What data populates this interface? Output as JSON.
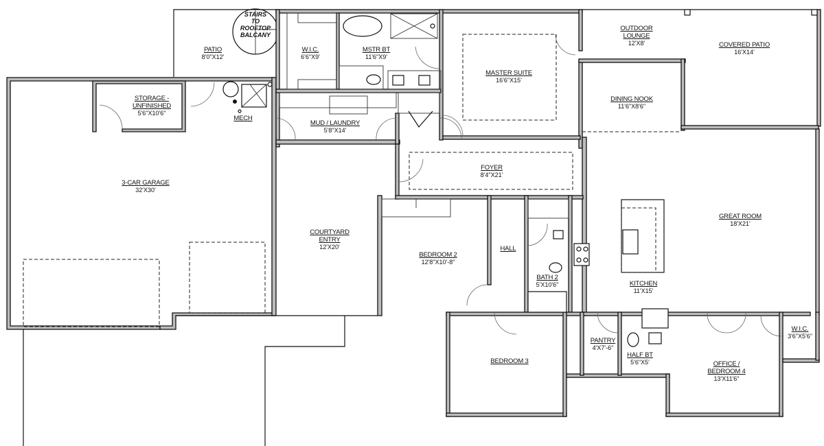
{
  "plan": {
    "stairs_note": [
      "STAIRS",
      "TO",
      "ROOFTOP",
      "BALCANY"
    ],
    "rooms": [
      {
        "id": "patio",
        "name": "PATIO",
        "dims": "8'0\"X12'"
      },
      {
        "id": "wic-master",
        "name": "W.I.C.",
        "dims": "6'6\"X9'"
      },
      {
        "id": "master-bath",
        "name": "MSTR BT",
        "dims": "11'6\"X9'"
      },
      {
        "id": "master-suite",
        "name": "MASTER SUITE",
        "dims": "16'6\"X15'"
      },
      {
        "id": "outdoor-lounge",
        "name": "OUTDOOR LOUNGE",
        "dims": "12'X8'"
      },
      {
        "id": "covered-patio",
        "name": "COVERED PATIO",
        "dims": "16'X14'"
      },
      {
        "id": "storage",
        "name": "STORAGE - UNFINISHED",
        "dims": "5'6\"X10'6\""
      },
      {
        "id": "mech",
        "name": "MECH",
        "dims": ""
      },
      {
        "id": "mud-laundry",
        "name": "MUD / LAUNDRY",
        "dims": "5'8\"X14'"
      },
      {
        "id": "dining-nook",
        "name": "DINING NOOK",
        "dims": "11'6\"X8'6\""
      },
      {
        "id": "garage",
        "name": "3-CAR GARAGE",
        "dims": "32'X30'"
      },
      {
        "id": "foyer",
        "name": "FOYER",
        "dims": "8'4\"X21'"
      },
      {
        "id": "great-room",
        "name": "GREAT ROOM",
        "dims": "18'X21'"
      },
      {
        "id": "courtyard",
        "name": "COURTYARD ENTRY",
        "dims": "12'X20'"
      },
      {
        "id": "bedroom-2",
        "name": "BEDROOM 2",
        "dims": "12'8\"X10'-8\""
      },
      {
        "id": "hall",
        "name": "HALL",
        "dims": ""
      },
      {
        "id": "bath-2",
        "name": "BATH 2",
        "dims": "5'X10'6\""
      },
      {
        "id": "kitchen",
        "name": "KITCHEN",
        "dims": "11'X15'"
      },
      {
        "id": "bedroom-3",
        "name": "BEDROOM 3",
        "dims": ""
      },
      {
        "id": "pantry",
        "name": "PANTRY",
        "dims": "4'X7'-6\""
      },
      {
        "id": "half-bath",
        "name": "HALF BT",
        "dims": "5'6\"X5'"
      },
      {
        "id": "office",
        "name": "OFFICE / BEDROOM 4",
        "dims": "13'X11'6\""
      },
      {
        "id": "wic-office",
        "name": "W.I.C.",
        "dims": "3'6\"X5'6\""
      }
    ]
  }
}
